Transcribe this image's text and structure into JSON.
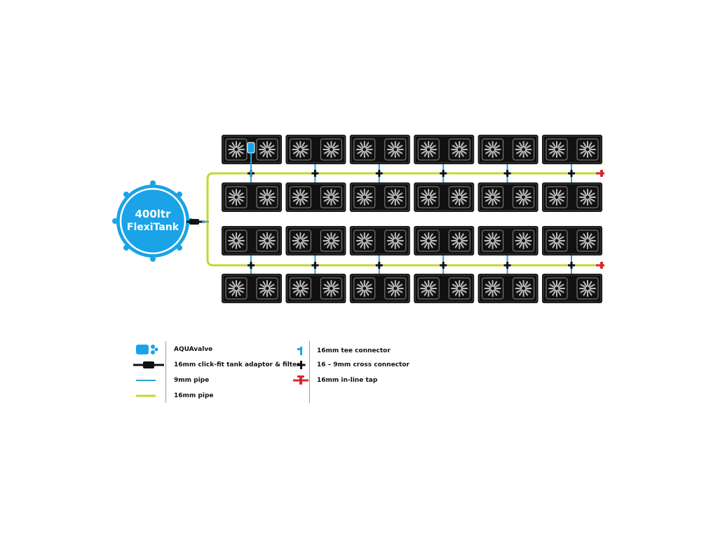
{
  "tank": {
    "line1": "400ltr",
    "line2": "FlexiTank"
  },
  "layout": {
    "row_pairs": 2,
    "units_per_row": 6,
    "pots_per_unit": 2
  },
  "colors": {
    "tank": "#1aa3e6",
    "pipe_16mm": "#c3d831",
    "pipe_9mm": "#2ba6e0",
    "tray": "#111111",
    "tap": "#d7262b",
    "connector": "#111111"
  },
  "legend": {
    "left": [
      {
        "icon": "aquavalve-icon",
        "label": "AQUAvalve"
      },
      {
        "icon": "tank-adaptor-filter-icon",
        "label": "16mm click-fit tank adaptor & filter"
      },
      {
        "icon": "pipe-9mm-icon",
        "label": "9mm pipe"
      },
      {
        "icon": "pipe-16mm-icon",
        "label": "16mm pipe"
      }
    ],
    "right": [
      {
        "icon": "tee-connector-icon",
        "label": "16mm tee connector"
      },
      {
        "icon": "cross-connector-icon",
        "label": "16 – 9mm cross connector"
      },
      {
        "icon": "inline-tap-icon",
        "label": "16mm in-line tap"
      }
    ]
  }
}
